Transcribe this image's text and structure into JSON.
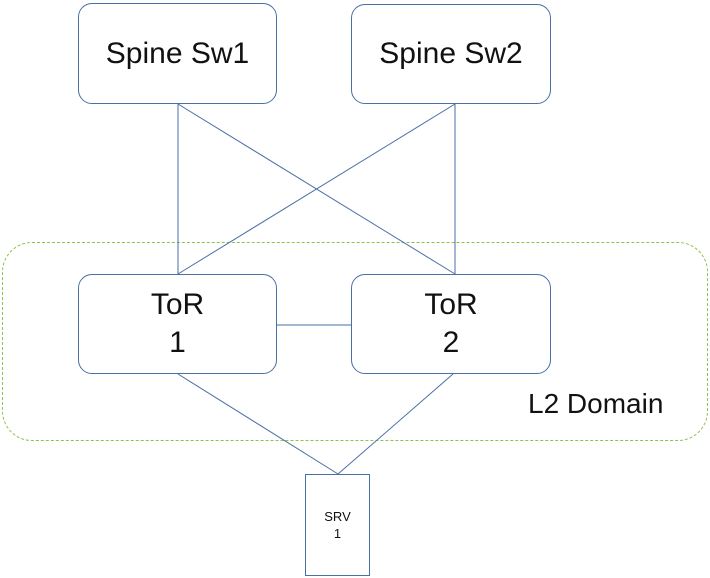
{
  "nodes": {
    "spine1": {
      "label": "Spine Sw1"
    },
    "spine2": {
      "label": "Spine Sw2"
    },
    "tor1": {
      "line1": "ToR",
      "line2": "1"
    },
    "tor2": {
      "line1": "ToR",
      "line2": "2"
    },
    "srv1": {
      "line1": "SRV",
      "line2": "1"
    }
  },
  "domain": {
    "label": "L2 Domain"
  },
  "colors": {
    "node_border": "#4a6fa5",
    "link": "#4a6fa5",
    "domain_border": "#8fc24a"
  }
}
